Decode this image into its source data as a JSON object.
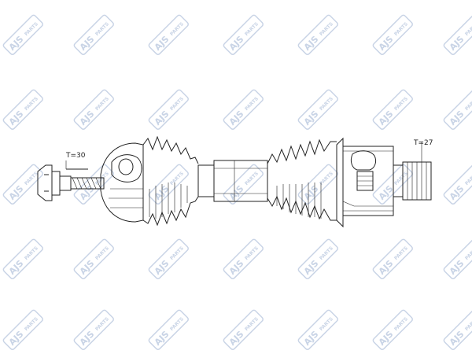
{
  "watermark": {
    "brand": "AJS",
    "suffix": "PARTS"
  },
  "diagram": {
    "labels": {
      "left_spline": "T=30",
      "right_spline": "T=27"
    }
  },
  "colors": {
    "watermark": "#c9d4e6",
    "line": "#222222"
  }
}
